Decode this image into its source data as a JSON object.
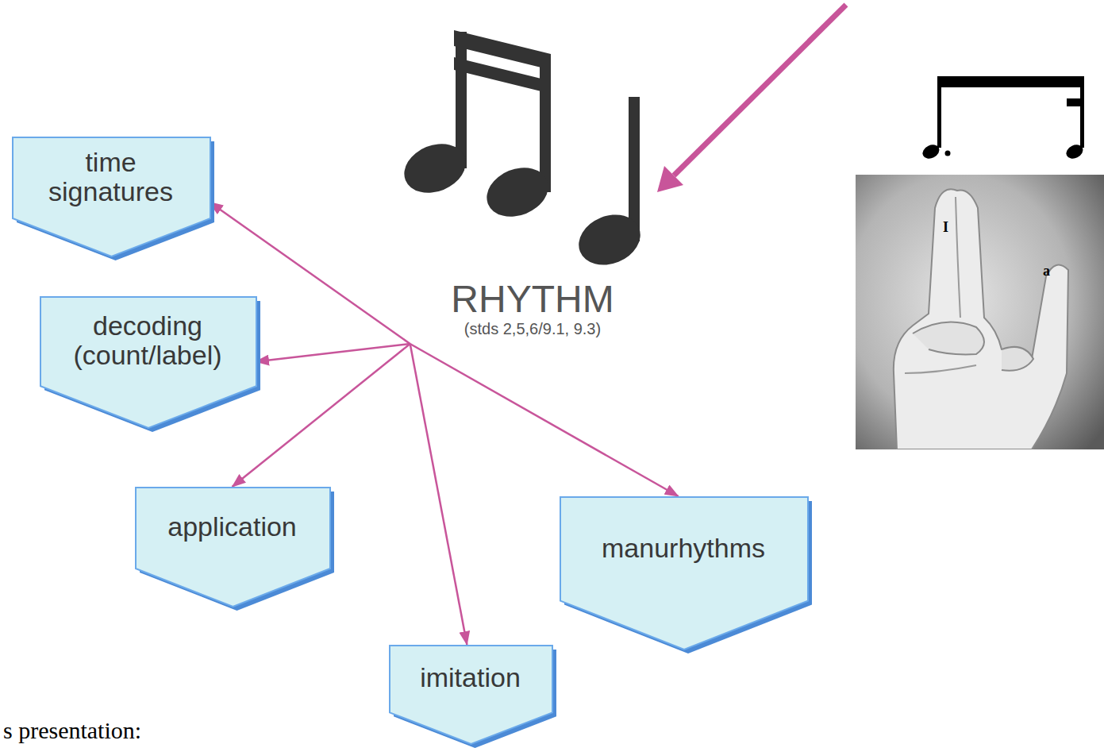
{
  "diagram": {
    "nodes": [
      {
        "text": [
          "RHYTHM",
          "(stds 2,5,6/9.1, 9.3)"
        ]
      },
      {
        "text": [
          "time signatures"
        ]
      },
      {
        "text": [
          "decoding (count/label)"
        ]
      },
      {
        "text": [
          "application"
        ]
      },
      {
        "text": [
          "manurhythms"
        ]
      },
      {
        "text": [
          "imitation"
        ]
      }
    ],
    "edges": [
      {
        "from": 0,
        "to": 1,
        "arrow": "to"
      },
      {
        "from": 0,
        "to": 2,
        "arrow": "to"
      },
      {
        "from": 0,
        "to": 3,
        "arrow": "to"
      },
      {
        "from": 0,
        "to": 4,
        "arrow": "to"
      },
      {
        "from": 0,
        "to": 5,
        "arrow": "to"
      }
    ],
    "labels": [
      "I",
      "a",
      "s presentation:"
    ]
  }
}
